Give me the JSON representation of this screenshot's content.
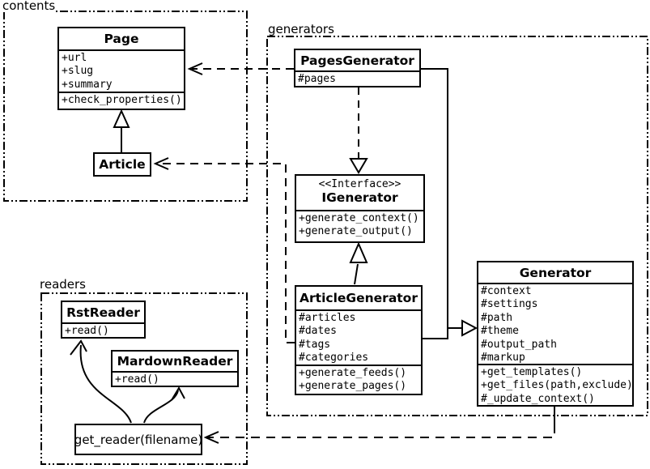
{
  "packages": {
    "contents": {
      "label": "contents"
    },
    "generators": {
      "label": "generators"
    },
    "readers": {
      "label": "readers"
    }
  },
  "classes": {
    "page": {
      "name": "Page",
      "attributes": [
        "+url",
        "+slug",
        "+summary"
      ],
      "methods": [
        "+check_properties()"
      ]
    },
    "article": {
      "name": "Article",
      "attributes": [],
      "methods": []
    },
    "pages_generator": {
      "name": "PagesGenerator",
      "attributes": [
        "#pages"
      ],
      "methods": []
    },
    "igenerator": {
      "stereotype": "<<Interface>>",
      "name": "IGenerator",
      "attributes": [],
      "methods": [
        "+generate_context()",
        "+generate_output()"
      ]
    },
    "article_generator": {
      "name": "ArticleGenerator",
      "attributes": [
        "#articles",
        "#dates",
        "#tags",
        "#categories"
      ],
      "methods": [
        "+generate_feeds()",
        "+generate_pages()"
      ]
    },
    "generator": {
      "name": "Generator",
      "attributes": [
        "#context",
        "#settings",
        "#path",
        "#theme",
        "#output_path",
        "#markup"
      ],
      "methods": [
        "+get_templates()",
        "+get_files(path,exclude)",
        "#_update_context()"
      ]
    },
    "rst_reader": {
      "name": "RstReader",
      "attributes": [],
      "methods": [
        "+read()"
      ]
    },
    "mardown_reader": {
      "name": "MardownReader",
      "attributes": [],
      "methods": [
        "+read()"
      ]
    }
  },
  "nodes": {
    "get_reader": {
      "label": "get_reader(filename)"
    }
  },
  "relationships": [
    {
      "from": "PagesGenerator",
      "to": "Page",
      "type": "dependency",
      "style": "dashed-open-arrow"
    },
    {
      "from": "ArticleGenerator",
      "to": "Article",
      "type": "dependency",
      "style": "dashed-open-arrow"
    },
    {
      "from": "PagesGenerator",
      "to": "IGenerator",
      "type": "realization",
      "style": "dashed-hollow-triangle"
    },
    {
      "from": "ArticleGenerator",
      "to": "IGenerator",
      "type": "generalization",
      "style": "solid-hollow-triangle"
    },
    {
      "from": "PagesGenerator",
      "to": "Generator",
      "type": "generalization",
      "style": "solid-hollow-triangle"
    },
    {
      "from": "ArticleGenerator",
      "to": "Generator",
      "type": "generalization",
      "style": "solid-hollow-triangle"
    },
    {
      "from": "Article",
      "to": "Page",
      "type": "generalization",
      "style": "solid-hollow-triangle"
    },
    {
      "from": "Generator",
      "to": "get_reader(filename)",
      "type": "dependency",
      "style": "dashed-open-arrow"
    },
    {
      "from": "get_reader(filename)",
      "to": "RstReader",
      "type": "association",
      "style": "solid-open-arrow"
    },
    {
      "from": "get_reader(filename)",
      "to": "MardownReader",
      "type": "association",
      "style": "solid-open-arrow"
    }
  ],
  "colors": {
    "line": "#000000",
    "background": "#ffffff",
    "box_fill": "#ffffff"
  }
}
